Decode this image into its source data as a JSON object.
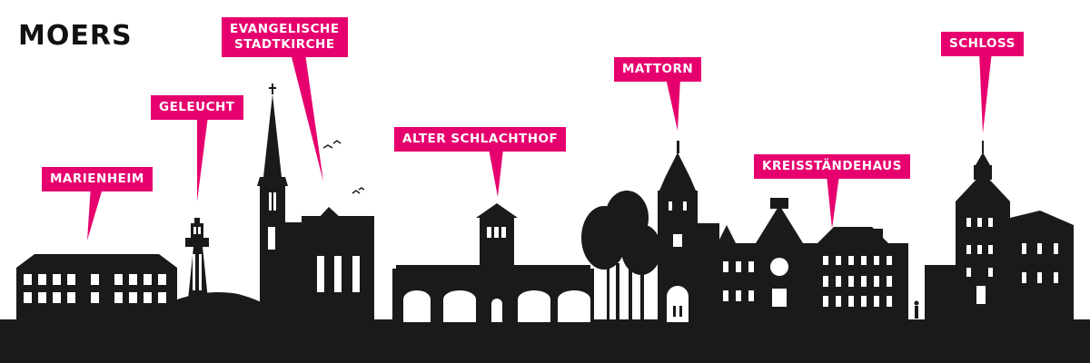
{
  "title": "MOERS",
  "colors": {
    "accent": "#e6006e",
    "silhouette": "#1a1a1a",
    "background": "#ffffff",
    "text": "#111111"
  },
  "landmarks": {
    "marienheim": {
      "label": "MARIENHEIM"
    },
    "geleucht": {
      "label": "GELEUCHT"
    },
    "kirche": {
      "line1": "EVANGELISCHE",
      "line2": "STADTKIRCHE"
    },
    "schlachthof": {
      "label": "ALTER SCHLACHTHOF"
    },
    "mattorn": {
      "label": "MATTORN"
    },
    "kreisstaendehaus": {
      "label": "KREISSTÄNDEHAUS"
    },
    "schloss": {
      "label": "SCHLOSS"
    }
  }
}
